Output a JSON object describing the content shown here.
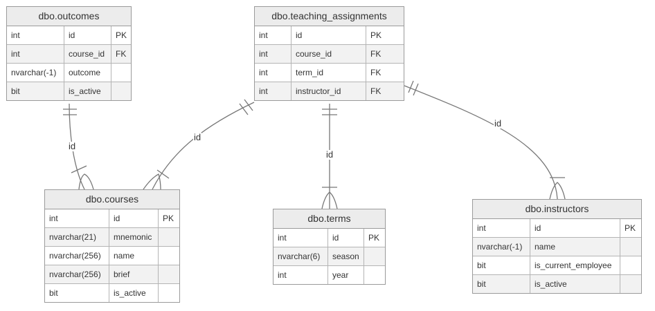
{
  "entities": {
    "outcomes": {
      "title": "dbo.outcomes",
      "rows": [
        [
          "int",
          "id",
          "PK"
        ],
        [
          "int",
          "course_id",
          "FK"
        ],
        [
          "nvarchar(-1)",
          "outcome",
          ""
        ],
        [
          "bit",
          "is_active",
          ""
        ]
      ]
    },
    "teaching_assignments": {
      "title": "dbo.teaching_assignments",
      "rows": [
        [
          "int",
          "id",
          "PK"
        ],
        [
          "int",
          "course_id",
          "FK"
        ],
        [
          "int",
          "term_id",
          "FK"
        ],
        [
          "int",
          "instructor_id",
          "FK"
        ]
      ]
    },
    "courses": {
      "title": "dbo.courses",
      "rows": [
        [
          "int",
          "id",
          "PK"
        ],
        [
          "nvarchar(21)",
          "mnemonic",
          ""
        ],
        [
          "nvarchar(256)",
          "name",
          ""
        ],
        [
          "nvarchar(256)",
          "brief",
          ""
        ],
        [
          "bit",
          "is_active",
          ""
        ]
      ]
    },
    "terms": {
      "title": "dbo.terms",
      "rows": [
        [
          "int",
          "id",
          "PK"
        ],
        [
          "nvarchar(6)",
          "season",
          ""
        ],
        [
          "int",
          "year",
          ""
        ]
      ]
    },
    "instructors": {
      "title": "dbo.instructors",
      "rows": [
        [
          "int",
          "id",
          "PK"
        ],
        [
          "nvarchar(-1)",
          "name",
          ""
        ],
        [
          "bit",
          "is_current_employee",
          ""
        ],
        [
          "bit",
          "is_active",
          ""
        ]
      ]
    }
  },
  "relationships": {
    "outcomes_courses": {
      "label": "id"
    },
    "teaching_courses": {
      "label": "id"
    },
    "teaching_terms": {
      "label": "id"
    },
    "teaching_instructors": {
      "label": "id"
    }
  },
  "colors": {
    "header": "#ececec",
    "border": "#9a9a9a",
    "alt_row": "#f2f2f2",
    "line": "#777777"
  }
}
